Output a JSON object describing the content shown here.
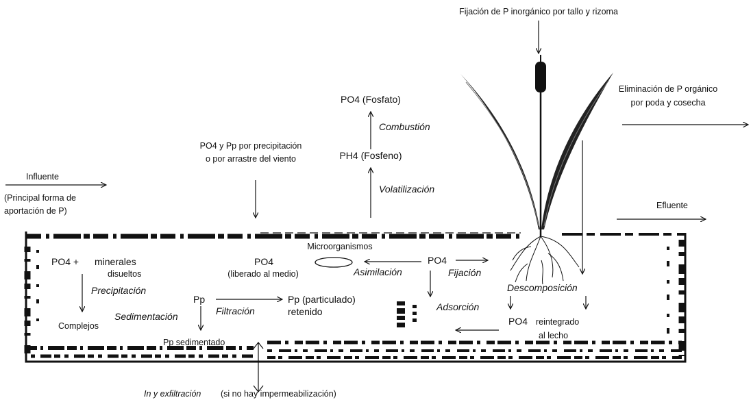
{
  "labels": {
    "top_fixation": "Fijación de P inorgánico por tallo y rizoma",
    "po4_fosfato": "PO4  (Fosfato)",
    "combustion": "Combustión",
    "ph4_fosfeno": "PH4 (Fosfeno)",
    "volatilizacion": "Volatilización",
    "precip_line1": "PO4 y Pp por precipitación",
    "precip_line2": "o por arrastre del viento",
    "elim_line1": "Eliminación de P orgánico",
    "elim_line2": "por poda y cosecha",
    "influente": "Influente",
    "principal_line1": "(Principal forma de",
    "principal_line2": "aportación de P)",
    "efluente": "Efluente",
    "microorganismos": "Microorganismos",
    "po4_left": "PO4 +",
    "minerales": "minerales",
    "disueltos": "disueltos",
    "po4_liberado": "PO4",
    "liberado_medio": "(liberado al medio)",
    "po4_center": "PO4",
    "asimilacion": "Asimilación",
    "fijacion": "Fijación",
    "precipitacion": "Precipitación",
    "pp": "Pp",
    "pp_particulado": "Pp (particulado)",
    "retenido": "retenido",
    "filtracion": "Filtración",
    "sedimentacion": "Sedimentación",
    "complejos": "Complejos",
    "pp_sedimentado": "Pp sedimentado",
    "adsorcion": "Adsorción",
    "descomposicion": "Descomposición",
    "po4_reintegrado": "PO4",
    "reintegrado": "reintegrado",
    "al_lecho": "al lecho",
    "infiltracion_italic": "In y exfiltración",
    "infiltracion_rest": "(si no hay impermeabilización)"
  },
  "colors": {
    "ink": "#111111",
    "background": "#ffffff"
  }
}
